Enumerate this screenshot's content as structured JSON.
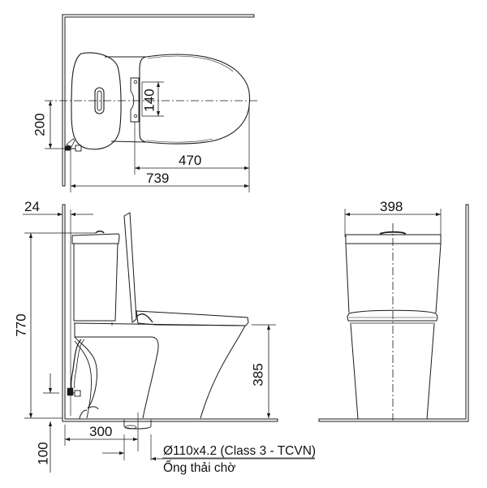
{
  "drawing": {
    "title": "Toilet dimension drawing",
    "views": [
      "top-view",
      "side-view",
      "front-view"
    ],
    "units": "mm",
    "line_color": "#1a1a1a",
    "background": "#ffffff"
  },
  "top_view": {
    "dims": {
      "tank_offset": "200",
      "hinge_spacing": "140",
      "seat_length": "470",
      "overall_depth": "739"
    }
  },
  "side_view": {
    "dims": {
      "wall_gap": "24",
      "overall_height": "770",
      "seat_height": "385",
      "outlet_distance": "300",
      "supply_height": "100"
    },
    "outlet_note": {
      "spec": "Ø110x4.2 (Class 3 - TCVN)",
      "label": "Ống thải chờ"
    }
  },
  "front_view": {
    "dims": {
      "width": "398"
    }
  }
}
